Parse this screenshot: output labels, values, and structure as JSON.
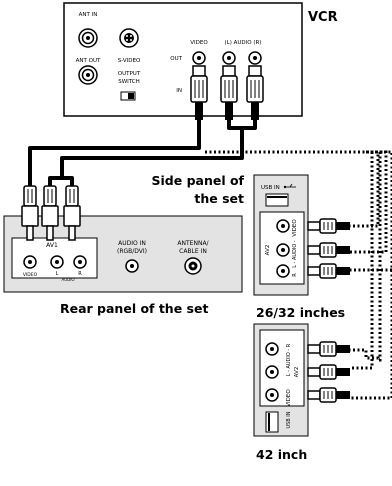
{
  "vcr": {
    "title": "VCR",
    "ant_in": "ANT IN",
    "ant_out": "ANT OUT",
    "s_video": "S-VIDEO",
    "output_switch_line1": "OUTPUT",
    "output_switch_line2": "SWITCH",
    "video": "VIDEO",
    "audio": "(L) AUDIO (R)",
    "out": "OUT",
    "in": "IN"
  },
  "rear_panel": {
    "caption": "Rear panel of the set",
    "av1": "AV1",
    "jack_video": "VIDEO",
    "jack_l": "L",
    "jack_r": "R",
    "audio_bracket": "AUDIO",
    "audio_in_line1": "AUDIO IN",
    "audio_in_line2": "(RGB/DVI)",
    "antenna_line1": "ANTENNA/",
    "antenna_line2": "CABLE IN"
  },
  "side_panel_26": {
    "caption_line1": "Side panel of",
    "caption_line2": "the set",
    "usb": "USB IN",
    "av2": "AV2",
    "video": "VIDEO",
    "audio_l": "L - AUDIO -",
    "audio_r": "R",
    "size_caption": "26/32 inches"
  },
  "side_panel_42": {
    "audio_r": "L - AUDIO - R",
    "av2": "AV2",
    "video": "VIDEO",
    "usb": "USB IN",
    "size_caption": "42 inch"
  }
}
